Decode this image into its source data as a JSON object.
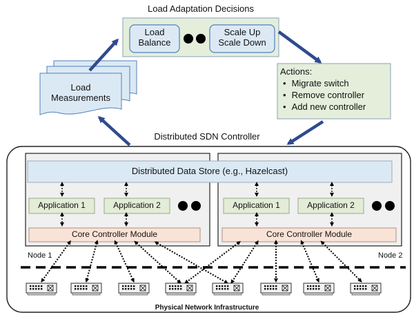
{
  "diagram": {
    "top_title": "Load Adaptation Decisions",
    "decisions": {
      "load_balance": [
        "Load",
        "Balance"
      ],
      "scale": [
        "Scale Up",
        "Scale Down"
      ]
    },
    "measurements": [
      "Load",
      "Measurements"
    ],
    "actions": {
      "title": "Actions:",
      "items": [
        "Migrate switch",
        "Remove controller",
        "Add new controller"
      ]
    },
    "controller_title": "Distributed SDN Controller",
    "data_store": "Distributed Data Store (e.g., Hazelcast)",
    "node1": {
      "label": "Node 1",
      "app1": "Application 1",
      "app2": "Application 2",
      "core": "Core Controller Module"
    },
    "node2": {
      "label": "Node 2",
      "app1": "Application 1",
      "app2": "Application 2",
      "core": "Core Controller Module"
    },
    "infrastructure": "Physical Network Infrastructure",
    "switch_count": 8,
    "colors": {
      "arrow_blue": "#2e4b8e",
      "data_store_fill": "#dbe9f5",
      "app_fill": "#e2ecd6",
      "core_fill": "#f9e3d6",
      "decision_fill": "#e4eedb",
      "pill_fill": "#dce9f5",
      "node_fill": "#f0f0f0"
    }
  }
}
